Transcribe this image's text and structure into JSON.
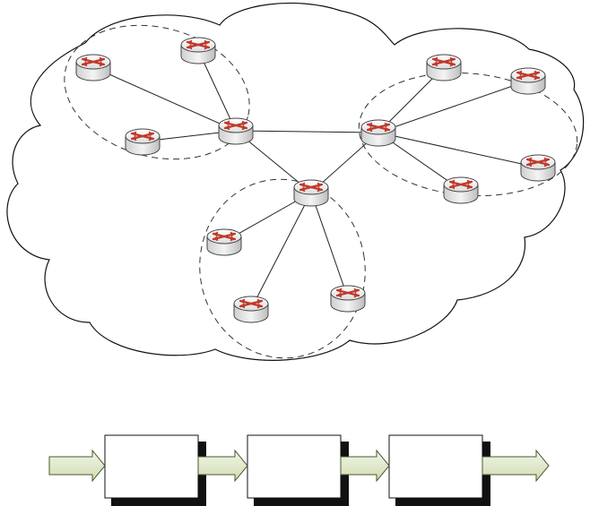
{
  "diagram": {
    "description_visible_text": [],
    "clusters": [
      {
        "id": "cluster-left",
        "routers": [
          "r-left-1",
          "r-left-2",
          "r-left-3",
          "r-left-hub"
        ]
      },
      {
        "id": "cluster-right",
        "routers": [
          "r-right-1",
          "r-right-2",
          "r-right-3",
          "r-right-4",
          "r-right-hub"
        ]
      },
      {
        "id": "cluster-bottom",
        "routers": [
          "r-bottom-1",
          "r-bottom-2",
          "r-bottom-3",
          "r-bottom-hub"
        ]
      }
    ],
    "links": [
      [
        "r-left-1",
        "r-left-hub"
      ],
      [
        "r-left-2",
        "r-left-hub"
      ],
      [
        "r-left-3",
        "r-left-hub"
      ],
      [
        "r-left-hub",
        "r-right-hub"
      ],
      [
        "r-left-hub",
        "r-bottom-hub"
      ],
      [
        "r-right-hub",
        "r-bottom-hub"
      ],
      [
        "r-right-1",
        "r-right-hub"
      ],
      [
        "r-right-2",
        "r-right-hub"
      ],
      [
        "r-right-3",
        "r-right-hub"
      ],
      [
        "r-right-4",
        "r-right-hub"
      ],
      [
        "r-bottom-1",
        "r-bottom-hub"
      ],
      [
        "r-bottom-2",
        "r-bottom-hub"
      ],
      [
        "r-bottom-3",
        "r-bottom-hub"
      ]
    ],
    "pipeline": {
      "stages": 3,
      "arrows": 4
    },
    "colors": {
      "router_arrow": "#c0392b",
      "router_body": "#e8e8e8",
      "pipeline_arrow_fill": "#e3ecd2",
      "pipeline_arrow_stroke": "#5a6a3a"
    }
  }
}
